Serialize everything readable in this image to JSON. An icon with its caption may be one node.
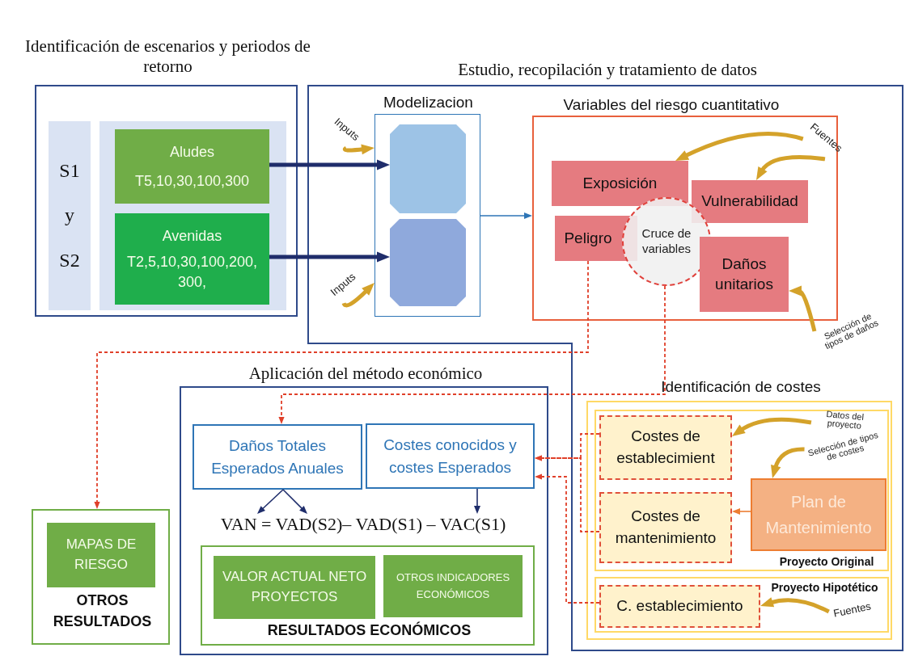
{
  "diagram": {
    "nodes": [
      {
        "text": [
          "Identificación de escenarios y periodos de retorno"
        ]
      },
      {
        "text": [
          "S1 y S2"
        ],
        "in": 0
      },
      {
        "text": [
          "Aludes",
          "T5,10,30,100,300"
        ],
        "in": 0
      },
      {
        "text": [
          "Avenidas",
          "T2,5,10,30,100,200, 300,"
        ],
        "in": 0
      },
      {
        "text": [
          "Estudio, recopilación y tratamiento de datos"
        ]
      },
      {
        "text": [
          "Inputs"
        ],
        "in": 4
      },
      {
        "text": [
          "Modelizacion"
        ],
        "in": 4
      },
      {
        "text": [],
        "shape": "octagon",
        "in": 6
      },
      {
        "text": [],
        "shape": "octagon",
        "in": 6
      },
      {
        "text": [
          "Inputs"
        ],
        "in": 4
      },
      {
        "text": [
          "Variables del riesgo cuantitativo"
        ],
        "in": 4
      },
      {
        "text": [
          "Fuentes"
        ],
        "in": 4
      },
      {
        "text": [
          "Exposición"
        ],
        "in": 10
      },
      {
        "text": [
          "Vulnerabilidad"
        ],
        "in": 10
      },
      {
        "text": [
          "Peligro"
        ],
        "in": 10
      },
      {
        "text": [
          "Cruce de variables"
        ],
        "in": 10
      },
      {
        "text": [
          "Daños unitarios"
        ],
        "in": 10
      },
      {
        "text": [
          "Selección de tipos de daños"
        ],
        "in": 4
      },
      {
        "text": [
          "Aplicación del método económico"
        ]
      },
      {
        "text": [
          "Daños Totales Esperados Anuales"
        ],
        "in": 18
      },
      {
        "text": [
          "Costes conocidos y costes Esperados"
        ],
        "in": 18
      },
      {
        "text": [
          "VAN = VAD(S2)– VAD(S1) – VAC(S1)"
        ],
        "in": 18
      },
      {
        "text": [
          "RESULTADOS ECONÓMICOS"
        ],
        "in": 18
      },
      {
        "text": [
          "VALOR ACTUAL NETO PROYECTOS"
        ],
        "in": 22
      },
      {
        "text": [
          "OTROS INDICADORES ECONÓMICOS"
        ],
        "in": 22
      },
      {
        "text": [
          "OTROS RESULTADOS"
        ]
      },
      {
        "text": [
          "MAPAS DE RIESGO"
        ],
        "in": 25
      },
      {
        "text": [
          "Identificación de costes"
        ],
        "in": 4
      },
      {
        "text": [
          "Proyecto Original"
        ],
        "in": 27
      },
      {
        "text": [
          "Costes de establecimient"
        ],
        "in": 28
      },
      {
        "text": [
          "Datos del proyecto"
        ],
        "in": 28
      },
      {
        "text": [
          "Selección de tipos de costes"
        ],
        "in": 28
      },
      {
        "text": [
          "Costes de mantenimiento"
        ],
        "in": 28
      },
      {
        "text": [
          "Plan de Mantenimiento"
        ],
        "in": 28
      },
      {
        "text": [
          "Proyecto Hipotético"
        ],
        "in": 27
      },
      {
        "text": [
          "C. establecimiento"
        ],
        "in": 34
      },
      {
        "text": [
          "Fuentes"
        ],
        "in": 34
      }
    ],
    "edges": [
      {
        "from": 2,
        "to": 7,
        "arrow": "to",
        "style": "thick",
        "color": "#1f2d6b"
      },
      {
        "from": 3,
        "to": 8,
        "arrow": "to",
        "style": "thick",
        "color": "#1f2d6b"
      },
      {
        "from": 6,
        "to": 10,
        "arrow": "to",
        "color": "#2e75b6"
      },
      {
        "from": 5,
        "to": 6,
        "arrow": "to",
        "style": "thick"
      },
      {
        "from": 9,
        "to": 6,
        "arrow": "to",
        "style": "thick"
      },
      {
        "from": 11,
        "to": 12,
        "arrow": "to",
        "style": "thick"
      },
      {
        "from": 11,
        "to": 13,
        "arrow": "to",
        "style": "thick"
      },
      {
        "from": 17,
        "to": 16,
        "arrow": "to",
        "style": "thick"
      },
      {
        "from": 14,
        "to": 25,
        "arrow": "to",
        "style": "dashed",
        "color": "#e0402a"
      },
      {
        "from": 15,
        "to": 19,
        "arrow": "to",
        "style": "dashed",
        "color": "#e0402a"
      },
      {
        "from": 29,
        "to": 20,
        "arrow": "to",
        "style": "dashed",
        "color": "#e0402a"
      },
      {
        "from": 32,
        "to": 20,
        "arrow": "to",
        "style": "dashed",
        "color": "#e0402a"
      },
      {
        "from": 35,
        "to": 20,
        "arrow": "to",
        "style": "dashed",
        "color": "#e0402a"
      },
      {
        "from": 19,
        "to": 21,
        "arrow": "to",
        "color": "#1f2d6b"
      },
      {
        "from": 19,
        "to": 21,
        "arrow": "to",
        "color": "#1f2d6b"
      },
      {
        "from": 20,
        "to": 21,
        "arrow": "to",
        "color": "#1f2d6b"
      },
      {
        "from": 33,
        "to": 32,
        "arrow": "to",
        "color": "#ed7d31"
      },
      {
        "from": 30,
        "to": 29,
        "arrow": "to",
        "style": "thick"
      },
      {
        "from": 31,
        "to": 33,
        "arrow": "to",
        "style": "thick"
      },
      {
        "from": 36,
        "to": 35,
        "arrow": "to",
        "style": "thick"
      }
    ]
  }
}
